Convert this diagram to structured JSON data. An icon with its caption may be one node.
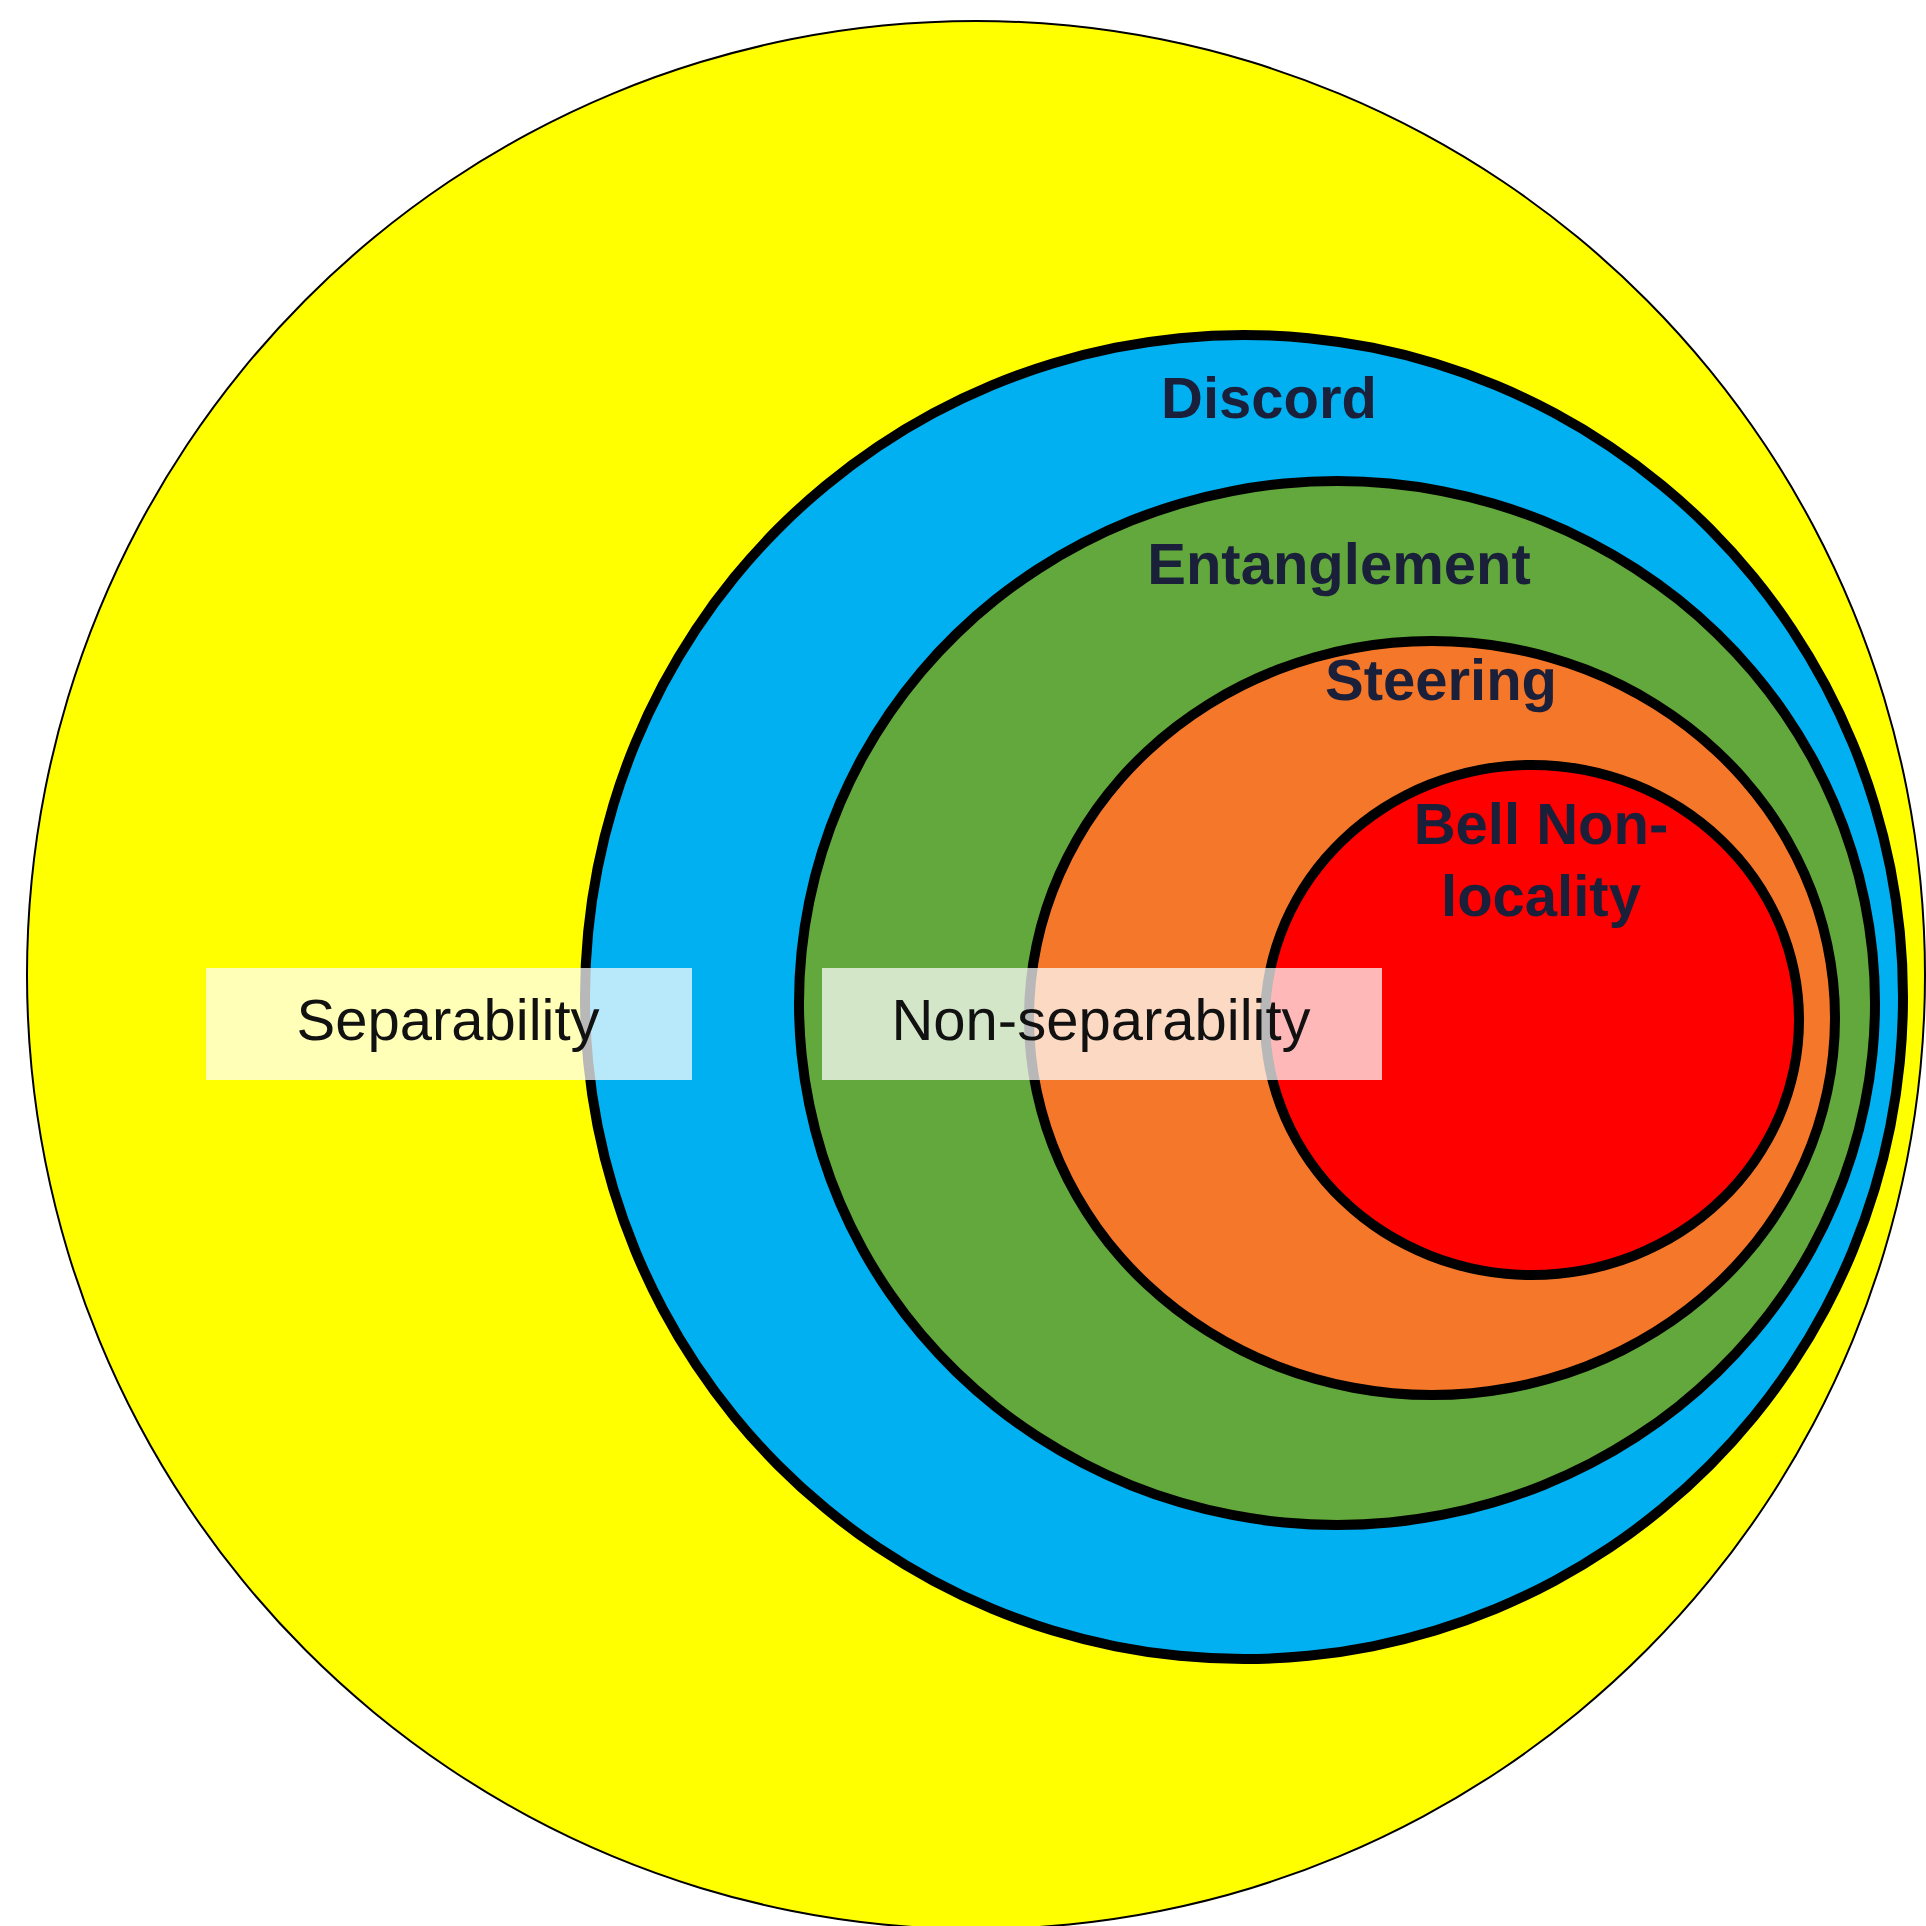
{
  "diagram": {
    "nodes": [
      {
        "text": [],
        "shape": "circle"
      },
      {
        "text": [
          "Discord"
        ],
        "in": 0
      },
      {
        "text": [
          "Entanglement"
        ],
        "in": 1
      },
      {
        "text": [
          "Steering"
        ],
        "in": 2
      },
      {
        "text": [
          "Bell Non-locality"
        ],
        "in": 3
      },
      {
        "text": [
          "Separability"
        ],
        "in": 0
      },
      {
        "text": [
          "Non-separability"
        ],
        "in": 2
      }
    ]
  }
}
